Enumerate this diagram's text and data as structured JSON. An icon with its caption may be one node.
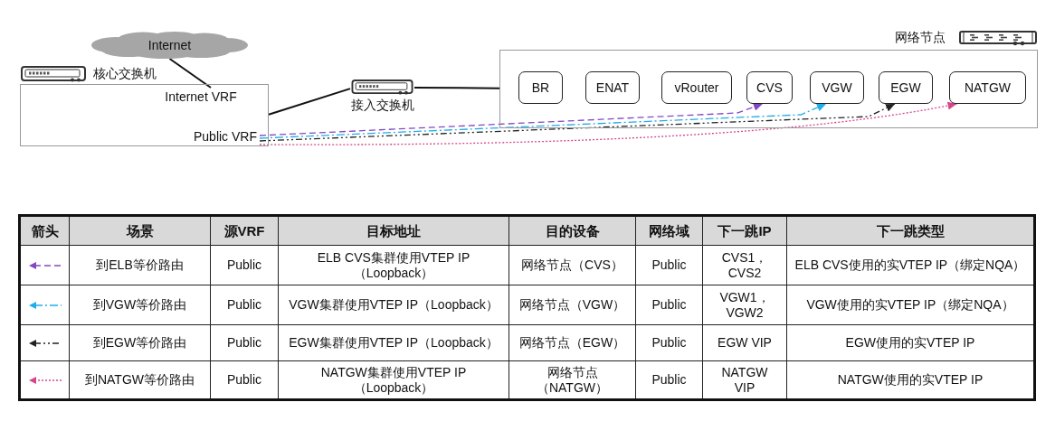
{
  "diagram": {
    "nodes": [
      {
        "text": [
          "Internet"
        ]
      },
      {
        "text": [
          "核心交换机"
        ]
      },
      {
        "text": [
          "Internet VRF"
        ],
        "in": 1
      },
      {
        "text": [
          "Public VRF"
        ],
        "in": 1
      },
      {
        "text": [
          "接入交换机"
        ]
      },
      {
        "text": [
          "网络节点"
        ]
      },
      {
        "text": [
          "BR"
        ],
        "in": 5
      },
      {
        "text": [
          "ENAT"
        ],
        "in": 5
      },
      {
        "text": [
          "vRouter"
        ],
        "in": 5
      },
      {
        "text": [
          "CVS"
        ],
        "in": 5
      },
      {
        "text": [
          "VGW"
        ],
        "in": 5
      },
      {
        "text": [
          "EGW"
        ],
        "in": 5
      },
      {
        "text": [
          "NATGW"
        ],
        "in": 5
      }
    ],
    "edges": [
      {
        "from": 0,
        "to": 2,
        "arrow": "none"
      },
      {
        "from": 1,
        "to": 4,
        "arrow": "none"
      },
      {
        "from": 4,
        "to": 5,
        "arrow": "none"
      },
      {
        "from": 3,
        "to": 9,
        "arrow": "to",
        "style": "dashed",
        "color": "#8347c4"
      },
      {
        "from": 3,
        "to": 10,
        "arrow": "to",
        "style": "dashed",
        "color": "#1eaeea"
      },
      {
        "from": 3,
        "to": 11,
        "arrow": "to",
        "style": "dashed",
        "color": "#222222"
      },
      {
        "from": 3,
        "to": 12,
        "arrow": "to",
        "style": "dashed",
        "color": "#d6458a"
      }
    ],
    "labels": [
      "箭头",
      "场景",
      "源VRF",
      "目标地址",
      "目的设备",
      "网络域",
      "下一跳IP",
      "下一跳类型",
      "到ELB等价路由",
      "Public",
      "ELB CVS集群使用VTEP IP（Loopback）",
      "网络节点（CVS）",
      "Public",
      "CVS1，CVS2",
      "ELB CVS使用的实VTEP IP（绑定NQA）",
      "到VGW等价路由",
      "Public",
      "VGW集群使用VTEP IP（Loopback）",
      "网络节点（VGW）",
      "Public",
      "VGW1，VGW2",
      "VGW使用的实VTEP IP（绑定NQA）",
      "到EGW等价路由",
      "Public",
      "EGW集群使用VTEP IP（Loopback）",
      "网络节点（EGW）",
      "Public",
      "EGW VIP",
      "EGW使用的实VTEP IP",
      "到NATGW等价路由",
      "Public",
      "NATGW集群使用VTEP IP（Loopback）",
      "网络节点（NATGW）",
      "Public",
      "NATGW VIP",
      "NATGW使用的实VTEP IP"
    ]
  }
}
